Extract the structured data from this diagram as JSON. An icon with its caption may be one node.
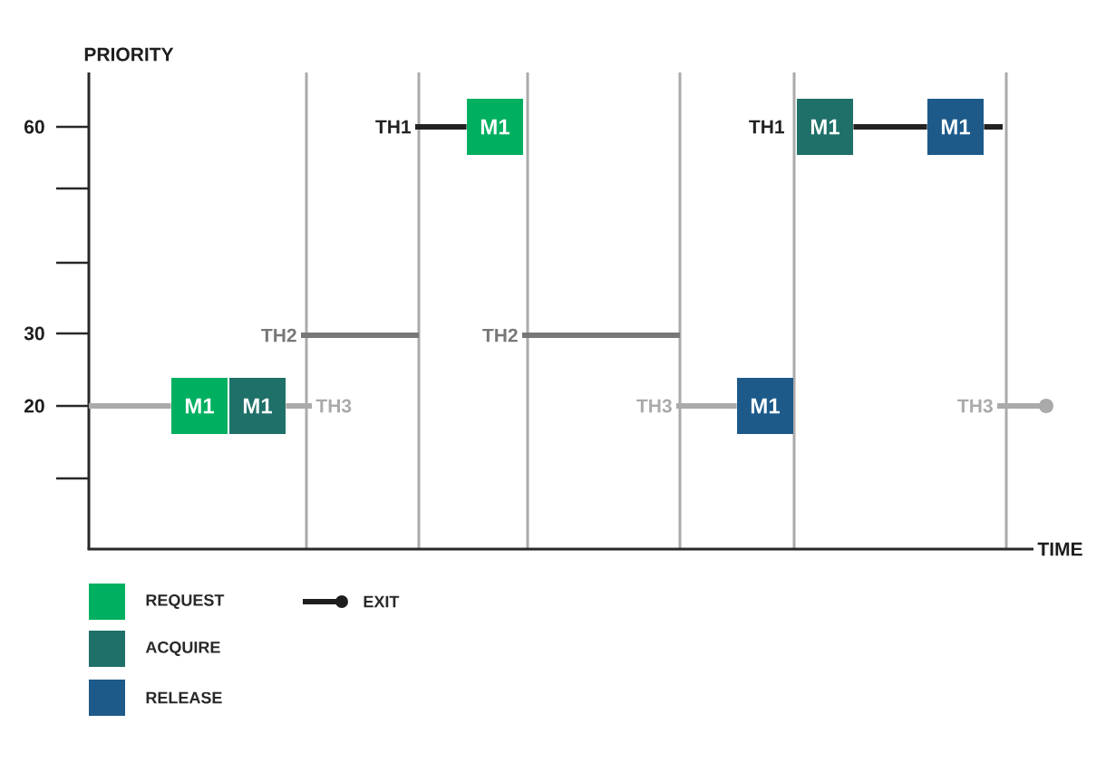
{
  "diagram": {
    "nodes": [
      {
        "text": [
          "M1"
        ]
      },
      {
        "text": [
          "M1"
        ]
      },
      {
        "text": [
          "TH3"
        ]
      },
      {
        "text": [
          "TH2"
        ]
      },
      {
        "text": [
          "TH1"
        ]
      },
      {
        "text": [
          "M1"
        ]
      },
      {
        "text": [
          "TH2"
        ]
      },
      {
        "text": [
          "TH3"
        ]
      },
      {
        "text": [
          "M1"
        ]
      },
      {
        "text": [
          "TH1"
        ]
      },
      {
        "text": [
          "M1"
        ]
      },
      {
        "text": [
          "M1"
        ]
      },
      {
        "text": [
          "TH3"
        ]
      }
    ],
    "edges": [
      {
        "from": null,
        "to": 0,
        "arrow": "none",
        "color": "#aaaaaa"
      },
      {
        "from": 1,
        "to": 2,
        "arrow": "none",
        "color": "#aaaaaa"
      },
      {
        "from": 3,
        "to": null,
        "arrow": "none",
        "color": "#777777"
      },
      {
        "from": 4,
        "to": 5,
        "arrow": "none",
        "color": "#222222"
      },
      {
        "from": 6,
        "to": null,
        "arrow": "none",
        "color": "#777777"
      },
      {
        "from": 7,
        "to": 8,
        "arrow": "none",
        "color": "#aaaaaa"
      },
      {
        "from": 10,
        "to": 11,
        "arrow": "none",
        "color": "#222222"
      },
      {
        "from": 11,
        "to": null,
        "arrow": "none",
        "color": "#222222"
      },
      {
        "from": 12,
        "to": null,
        "arrow": "other",
        "color": "#aaaaaa"
      }
    ],
    "labels": [
      "PRIORITY",
      "60",
      "30",
      "20",
      "TIME"
    ],
    "legend": [
      {
        "text": "REQUEST",
        "color": "#00b060"
      },
      {
        "text": "ACQUIRE",
        "color": "#1f7068"
      },
      {
        "text": "RELEASE",
        "color": "#1d5a8a"
      },
      {
        "text": "EXIT"
      }
    ]
  }
}
